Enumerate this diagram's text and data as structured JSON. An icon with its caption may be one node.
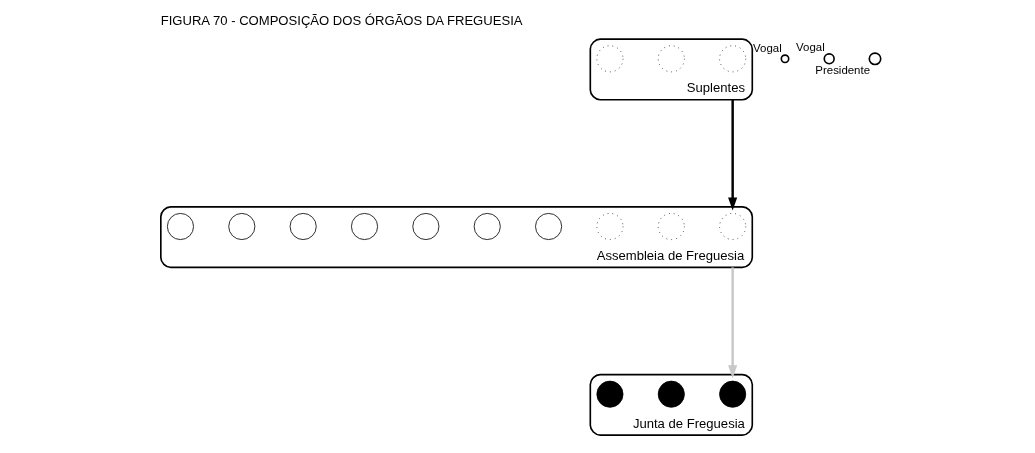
{
  "diagram": {
    "title": "FIGURA 70 - COMPOSIÇÃO DOS ÓRGÃOS DA FREGUESIA",
    "nodes": [
      {
        "text": [
          "Suplentes"
        ]
      },
      {
        "text": [],
        "shape": "circle",
        "in": 0
      },
      {
        "text": [],
        "shape": "circle",
        "in": 0
      },
      {
        "text": [],
        "shape": "circle",
        "in": 0
      },
      {
        "text": [
          "Assembleia de Freguesia"
        ]
      },
      {
        "text": [],
        "shape": "circle",
        "in": 4
      },
      {
        "text": [],
        "shape": "circle",
        "in": 4
      },
      {
        "text": [],
        "shape": "circle",
        "in": 4
      },
      {
        "text": [],
        "shape": "circle",
        "in": 4
      },
      {
        "text": [],
        "shape": "circle",
        "in": 4
      },
      {
        "text": [],
        "shape": "circle",
        "in": 4
      },
      {
        "text": [],
        "shape": "circle",
        "in": 4
      },
      {
        "text": [],
        "shape": "circle",
        "in": 4
      },
      {
        "text": [],
        "shape": "circle",
        "in": 4
      },
      {
        "text": [],
        "shape": "circle",
        "in": 4
      },
      {
        "text": [
          "Junta de Freguesia"
        ]
      },
      {
        "text": [],
        "shape": "circle",
        "in": 15
      },
      {
        "text": [],
        "shape": "circle",
        "in": 15
      },
      {
        "text": [],
        "shape": "circle",
        "in": 15
      },
      {
        "text": [
          "Vogal"
        ]
      },
      {
        "text": [
          "Vogal"
        ]
      },
      {
        "text": [
          "Presidente"
        ]
      }
    ],
    "edges": [
      {
        "from": 0,
        "to": 4,
        "arrow": "to"
      },
      {
        "from": 4,
        "to": 15,
        "arrow": "to",
        "color": "#c8c8c8"
      }
    ]
  }
}
